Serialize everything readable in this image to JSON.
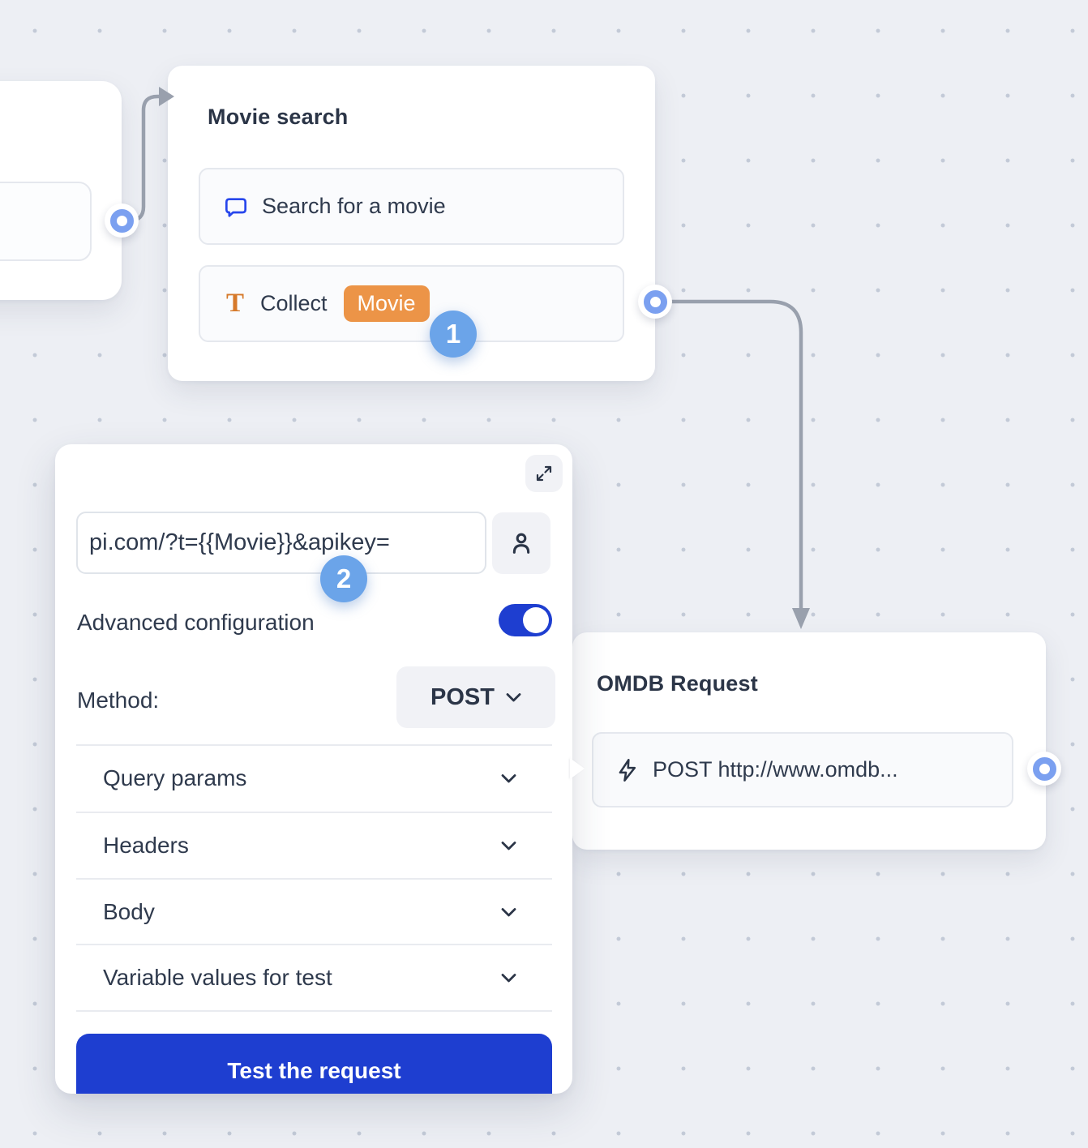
{
  "annotations": {
    "step_1": "1",
    "step_2": "2"
  },
  "movie_search_node": {
    "title": "Movie search",
    "rows": [
      {
        "icon": "chat-bubble-icon",
        "label": "Search for a movie"
      },
      {
        "icon": "text-collect-icon",
        "label": "Collect",
        "variable_badge": "Movie"
      }
    ]
  },
  "webhook_panel": {
    "url_input": {
      "value": "pi.com/?t={{Movie}}&apikey="
    },
    "advanced_configuration_label": "Advanced configuration",
    "advanced_configuration_enabled": true,
    "method_label": "Method:",
    "method_value": "POST",
    "sections": [
      {
        "label": "Query params"
      },
      {
        "label": "Headers"
      },
      {
        "label": "Body"
      },
      {
        "label": "Variable values for test"
      }
    ],
    "test_button_label": "Test the request"
  },
  "omdb_node": {
    "title": "OMDB Request",
    "row": {
      "icon": "lightning-icon",
      "label": "POST http://www.omdb..."
    }
  },
  "colors": {
    "canvas_background": "#edeff4",
    "dot_grid": "#c3cad7",
    "accent_blue": "#1e3ed0",
    "step_badge_blue": "#6ba4e9",
    "port_ring_blue": "#7ba0f0",
    "variable_badge_orange": "#ec9447",
    "chat_icon_blue": "#2746ec",
    "collect_icon_orange": "#d6792a",
    "connector_gray": "#99a0ad",
    "text_dark": "#2f3a4d"
  }
}
